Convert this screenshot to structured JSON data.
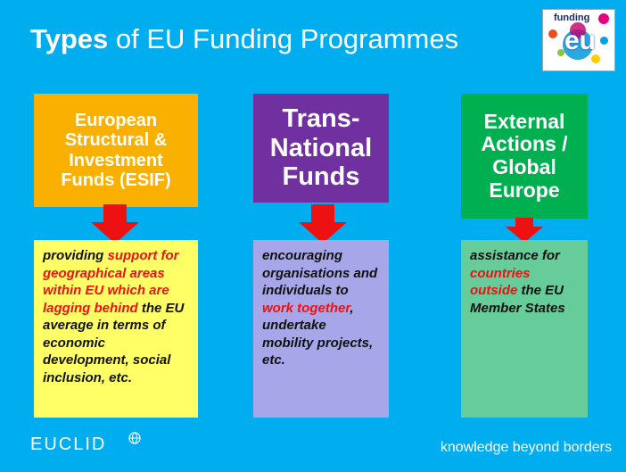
{
  "title": {
    "bold": "Types",
    "rest": " of EU Funding Programmes"
  },
  "logo": {
    "word": "funding",
    "mark": "eu"
  },
  "columns": [
    {
      "heading": [
        "European",
        "Structural &",
        "Investment",
        "Funds (ESIF)"
      ],
      "desc": [
        {
          "t": "providing ",
          "hl": false
        },
        {
          "t": "support for geographical areas within EU which are lagging behind",
          "hl": true
        },
        {
          "t": " the EU average in terms of economic development, social inclusion, etc.",
          "hl": false
        }
      ]
    },
    {
      "heading": [
        "Trans-",
        "National",
        "Funds"
      ],
      "desc": [
        {
          "t": "encouraging organisations and individuals to ",
          "hl": false
        },
        {
          "t": "work together",
          "hl": true
        },
        {
          "t": ", undertake mobility projects, etc.",
          "hl": false
        }
      ]
    },
    {
      "heading": [
        "External",
        "Actions /",
        "Global",
        "Europe"
      ],
      "desc": [
        {
          "t": "assistance for ",
          "hl": false
        },
        {
          "t": "countries outside",
          "hl": true
        },
        {
          "t": " the EU Member States",
          "hl": false
        }
      ]
    }
  ],
  "footer": {
    "brand": "EUCLID",
    "globe_icon": "globe-icon",
    "tagline": "knowledge beyond borders"
  },
  "colors": {
    "background": "#00aeef",
    "esif": "#f9b000",
    "transnational": "#7030a0",
    "external": "#00b050",
    "arrow": "#ee1111",
    "highlight": "#ee1111"
  }
}
